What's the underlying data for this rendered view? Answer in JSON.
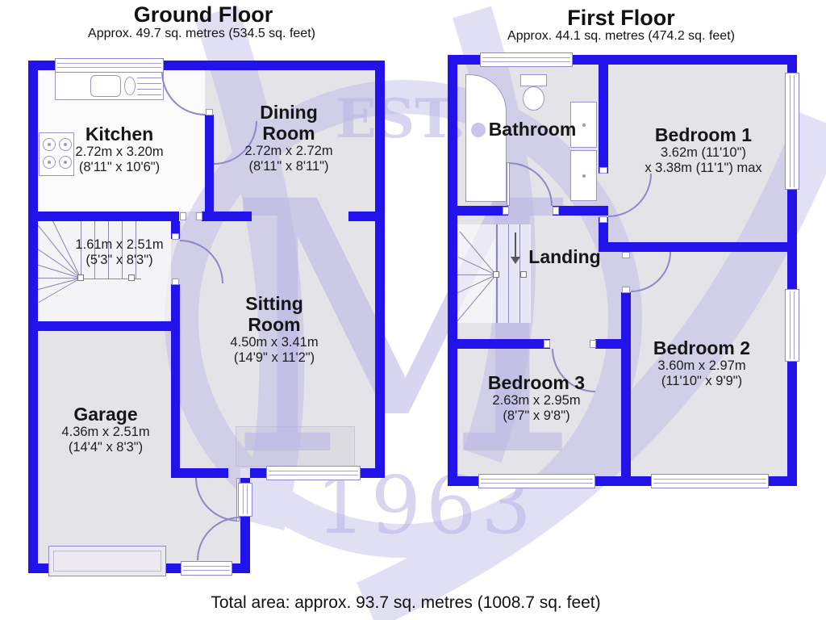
{
  "ground": {
    "title": "Ground Floor",
    "subtitle": "Approx. 49.7 sq. metres (534.5 sq. feet)",
    "kitchen": {
      "name": "Kitchen",
      "metric": "2.72m x 3.20m",
      "imperial": "(8'11\" x 10'6\")"
    },
    "dining": {
      "name": "Dining\nRoom",
      "metric": "2.72m x 2.72m",
      "imperial": "(8'11\" x 8'11\")"
    },
    "stairs": {
      "metric": "1.61m x 2.51m",
      "imperial": "(5'3\" x 8'3\")"
    },
    "sitting": {
      "name": "Sitting\nRoom",
      "metric": "4.50m x 3.41m",
      "imperial": "(14'9\" x 11'2\")"
    },
    "garage": {
      "name": "Garage",
      "metric": "4.36m x 2.51m",
      "imperial": "(14'4\" x 8'3\")"
    }
  },
  "first": {
    "title": "First Floor",
    "subtitle": "Approx. 44.1 sq. metres (474.2 sq. feet)",
    "bathroom": {
      "name": "Bathroom"
    },
    "bedroom1": {
      "name": "Bedroom 1",
      "line1": "3.62m (11'10\")",
      "line2": "x 3.38m (11'1\") max"
    },
    "landing": {
      "name": "Landing"
    },
    "bedroom2": {
      "name": "Bedroom 2",
      "metric": "3.60m x 2.97m",
      "imperial": "(11'10\" x 9'9\")"
    },
    "bedroom3": {
      "name": "Bedroom 3",
      "metric": "2.63m x 2.95m",
      "imperial": "(8'7\" x 9'8\")"
    }
  },
  "footer": {
    "total": "Total area: approx. 93.7 sq. metres (1008.7 sq. feet)"
  },
  "watermark": {
    "est": "EST.",
    "monogram": "M",
    "year": "1963"
  },
  "colors": {
    "wall": "#2213ea",
    "room_fill": "#e4e3e8",
    "watermark": "#b9b4e6",
    "detail_line": "#8d89c9"
  }
}
